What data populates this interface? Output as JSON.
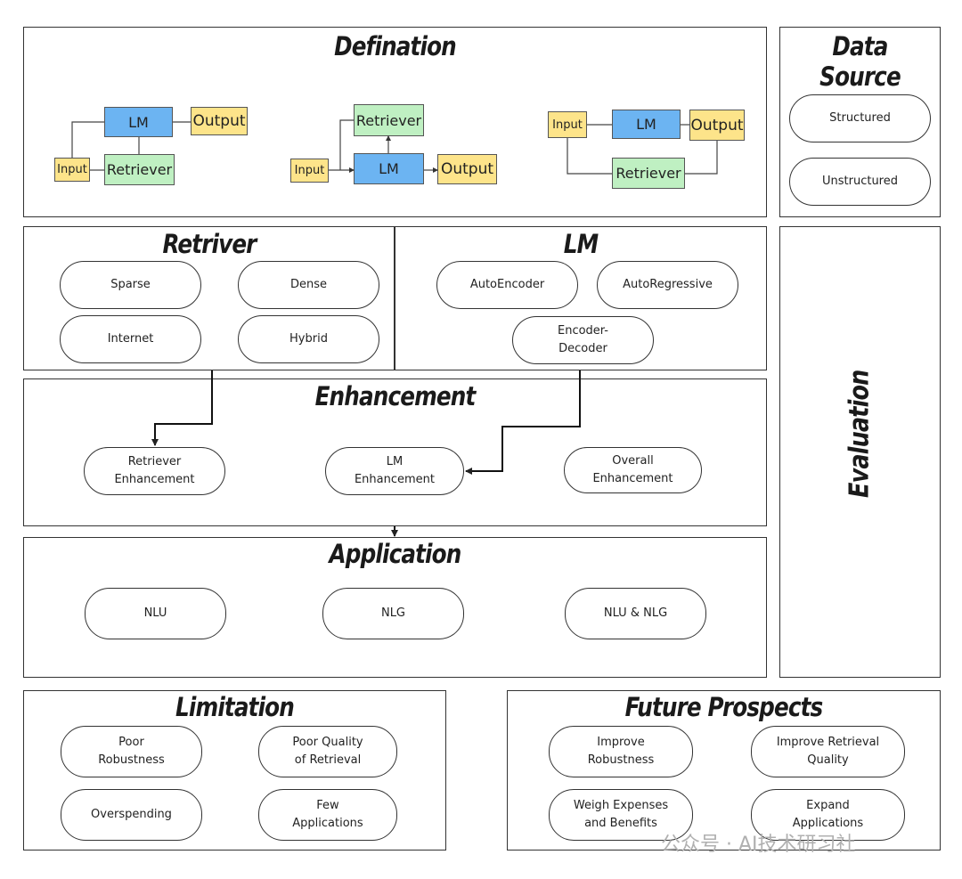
{
  "definition": {
    "title": "Defination",
    "diagram1": {
      "lm": "LM",
      "output": "Output",
      "input": "Input",
      "retriever": "Retriever"
    },
    "diagram2": {
      "retriever": "Retriever",
      "input": "Input",
      "lm": "LM",
      "output": "Output"
    },
    "diagram3": {
      "input": "Input",
      "lm": "LM",
      "output": "Output",
      "retriever": "Retriever"
    }
  },
  "data_source": {
    "title": "Data Source",
    "items": [
      "Structured",
      "Unstructured"
    ]
  },
  "retriever": {
    "title": "Retriver",
    "items": [
      "Sparse",
      "Dense",
      "Internet",
      "Hybrid"
    ]
  },
  "lm": {
    "title": "LM",
    "items": [
      "AutoEncoder",
      "AutoRegressive",
      "Encoder-\nDecoder"
    ]
  },
  "enhancement": {
    "title": "Enhancement",
    "items": [
      "Retriever\nEnhancement",
      "LM\nEnhancement",
      "Overall\nEnhancement"
    ]
  },
  "application": {
    "title": "Application",
    "items": [
      "NLU",
      "NLG",
      "NLU & NLG"
    ]
  },
  "evaluation": {
    "title": "Evaluation"
  },
  "limitation": {
    "title": "Limitation",
    "items": [
      "Poor\nRobustness",
      "Poor Quality\nof Retrieval",
      "Overspending",
      "Few\nApplications"
    ]
  },
  "future": {
    "title": "Future Prospects",
    "items": [
      "Improve\nRobustness",
      "Improve Retrieval\nQuality",
      "Weigh Expenses\nand Benefits",
      "Expand\nApplications"
    ]
  },
  "watermark": {
    "text": "公众号 · AI技术研习社"
  }
}
